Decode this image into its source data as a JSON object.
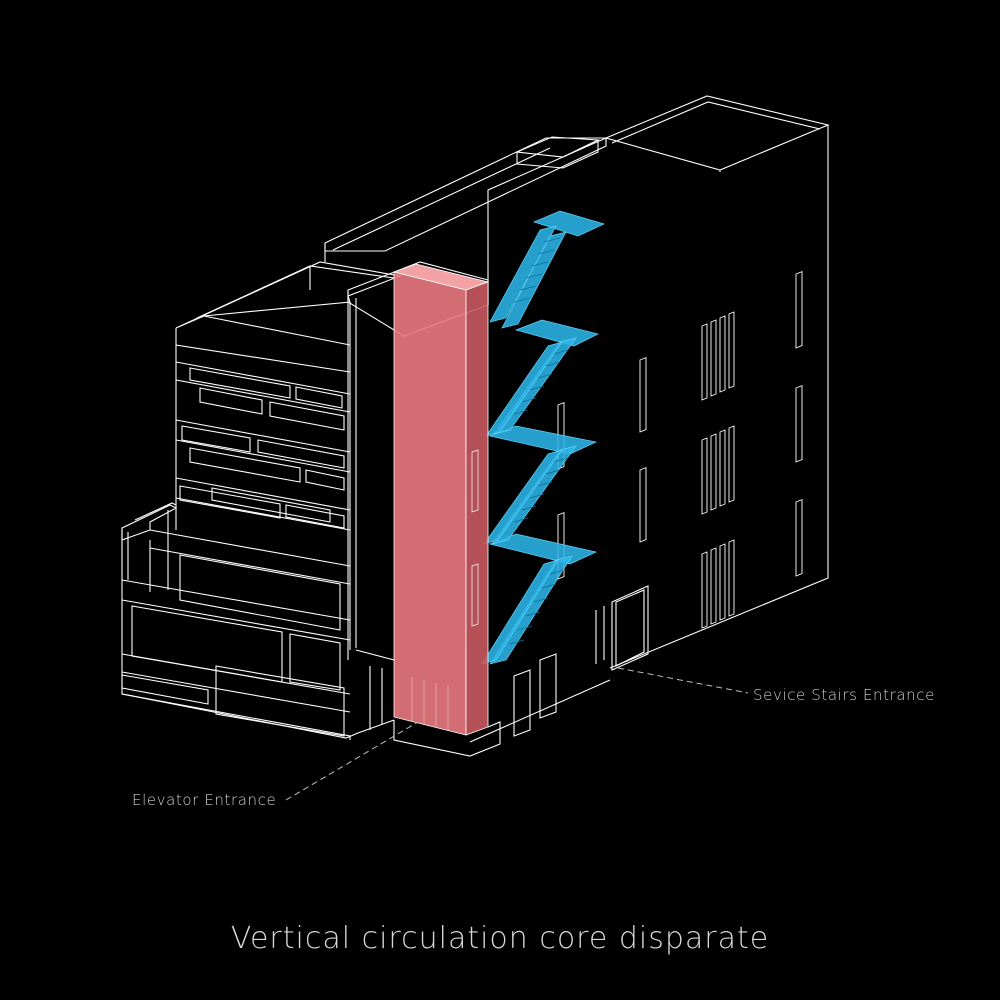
{
  "diagram": {
    "title": "Vertical circulation core disparate",
    "labels": {
      "elevator": "Elevator Entrance",
      "stairs": "Sevice Stairs Entrance"
    },
    "colors": {
      "background": "#000000",
      "linework": "#ffffff",
      "elevator_core": "#e8797f",
      "stairs": "#2bb5e8",
      "leader_lines": "#bdbdbd"
    }
  }
}
